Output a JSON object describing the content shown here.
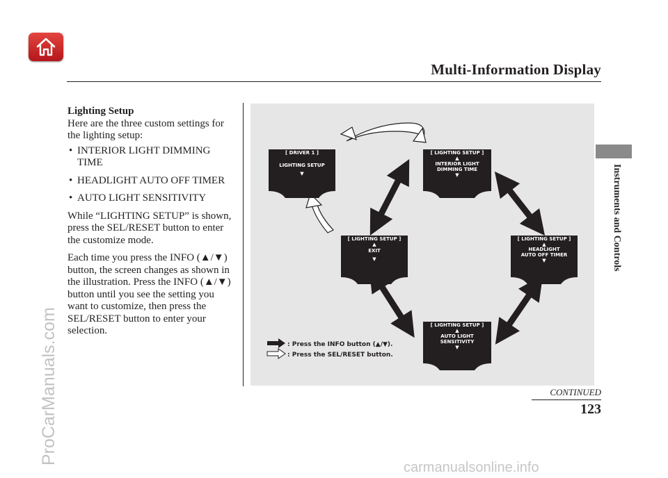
{
  "header": {
    "title": "Multi-Information Display"
  },
  "side_tab": {
    "label": "Instruments and Controls"
  },
  "content": {
    "heading": "Lighting Setup",
    "intro": "Here are the three custom settings for the lighting setup:",
    "bullets": [
      "INTERIOR LIGHT DIMMING TIME",
      "HEADLIGHT AUTO OFF TIMER",
      "AUTO LIGHT SENSITIVITY"
    ],
    "paragraphs": [
      "While “LIGHTING SETUP” is shown, press the SEL/RESET button to enter the customize mode.",
      "Each time you press the INFO (▲/▼) button, the screen changes as shown in the illustration. Press the INFO (▲/▼) button until you see the setting you want to customize, then press the SEL/RESET button to enter your selection."
    ]
  },
  "illustration": {
    "screens": {
      "driver": {
        "header": "[ DRIVER 1 ]",
        "line1": "LIGHTING SETUP",
        "up_arrow": "",
        "down_arrow": "▼"
      },
      "interior": {
        "header": "[ LIGHTING SETUP ]",
        "line1": "INTERIOR LIGHT",
        "line2": "DIMMING TIME",
        "up_arrow": "▲",
        "down_arrow": "▼"
      },
      "exit": {
        "header": "[ LIGHTING SETUP ]",
        "line1": "EXIT",
        "up_arrow": "▲",
        "down_arrow": "▼"
      },
      "headlight": {
        "header": "[ LIGHTING SETUP ]",
        "line1": "HEADLIGHT",
        "line2": "AUTO OFF TIMER",
        "up_arrow": "▲",
        "down_arrow": "▼"
      },
      "auto": {
        "header": "[ LIGHTING SETUP ]",
        "line1": "AUTO LIGHT",
        "line2": "SENSITIVITY",
        "up_arrow": "▲",
        "down_arrow": "▼"
      }
    },
    "legend": {
      "info_label": ": Press the INFO button (▲/▼).",
      "sel_label": ": Press the SEL/RESET button."
    },
    "colors": {
      "background": "#e6e6e6",
      "screen": "#231f20",
      "arrow": "#231f20"
    }
  },
  "footer": {
    "continued": "CONTINUED",
    "page_number": "123"
  },
  "watermarks": {
    "left": "ProCarManuals.com",
    "bottom": "carmanualsonline.info"
  }
}
